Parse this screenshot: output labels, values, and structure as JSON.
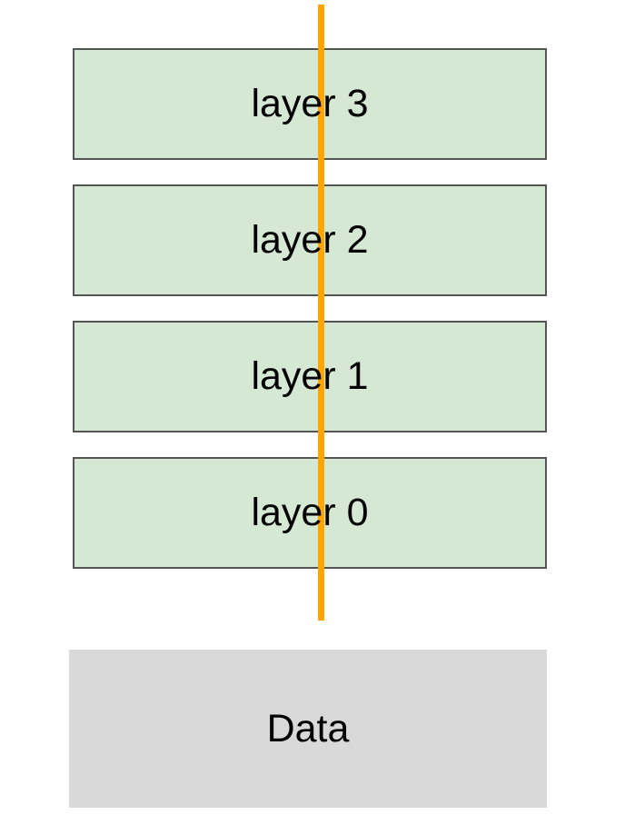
{
  "diagram": {
    "title": "layer-stack-diagram",
    "layers": [
      {
        "label": "layer 3"
      },
      {
        "label": "layer 2"
      },
      {
        "label": "layer 1"
      },
      {
        "label": "layer 0"
      }
    ],
    "data_box": {
      "label": "Data"
    },
    "colors": {
      "layer_fill": "#d5e8d4",
      "layer_border": "#555555",
      "data_fill": "#d9d9d9",
      "flow_line": "#ffa500",
      "text": "#000000",
      "background": "#ffffff"
    }
  }
}
